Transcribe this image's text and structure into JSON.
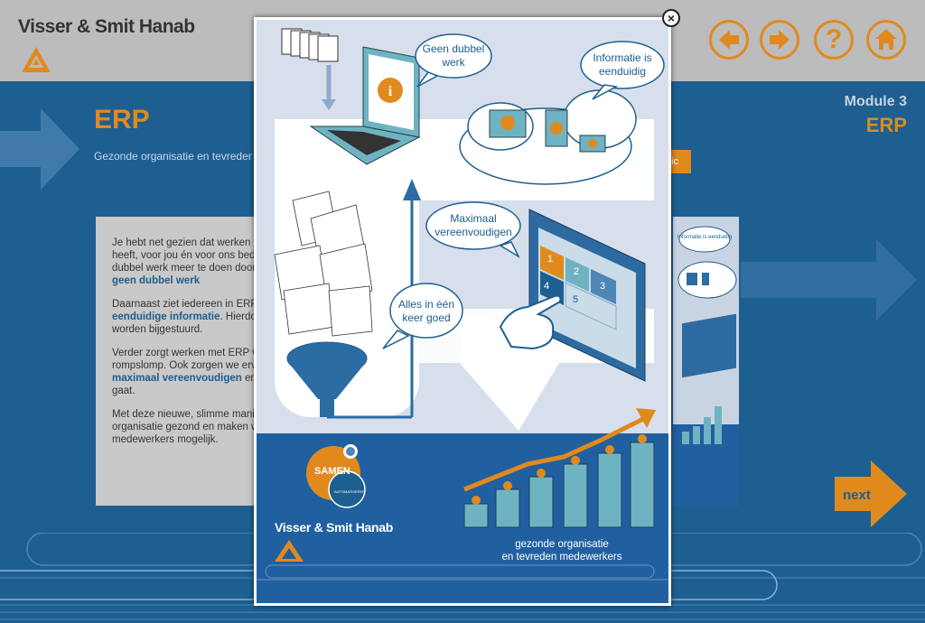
{
  "header": {
    "brand": "Visser & Smit Hanab",
    "nav": {
      "back_icon": "arrow-left-icon",
      "forward_icon": "arrow-right-icon",
      "help_label": "?",
      "home_icon": "home-icon"
    }
  },
  "page": {
    "title": "ERP",
    "subtitle": "Gezonde organisatie en tevreden medewerkers",
    "module_label": "Module 3",
    "module_name": "ERP",
    "tab_fragment": "nic"
  },
  "body_text": {
    "p1_a": "Je hebt net gezien dat werken met ERP veel voordelen heeft, voor jou én voor ons bedrijf. Zo hoeven we geen dubbel werk meer te doen door één systeem in te voeren; ",
    "p1_b": "geen dubbel werk",
    "p2_a": "Daarnaast ziet iedereen in ERP dezelfde informatie; ",
    "p2_b": "eenduidige informatie",
    "p2_c": ". Hierdoor kunnen processen beter worden bijgestuurd.",
    "p3_a": "Verder zorgt werken met ERP voor minder administratieve rompslomp. Ook zorgen we ervoor dat vastleggingen ",
    "p3_b": "maximaal vereenvoudigen",
    "p3_c": " en alles in één keer goed gaat.",
    "p4": "Met deze nieuwe, slimme manier van werken blijft onze organisatie gezond en maken we bovendien tevreden medewerkers mogelijk."
  },
  "next_label": "next",
  "modal": {
    "bubble_1": "Geen dubbel werk",
    "bubble_2": "Informatie is eenduidig",
    "bubble_3": "Maximaal vereenvoudigen",
    "bubble_4": "Alles in één keer goed",
    "mini_bubble": "Informatie is eenduidig",
    "grid_labels": [
      "1",
      "2",
      "3",
      "4",
      "5"
    ],
    "samen_label": "SAMEN",
    "samen_sub": "AUTOMATISEREN",
    "footer_brand": "Visser & Smit Hanab",
    "growth_line1": "gezonde organisatie",
    "growth_line2": "en tevreden medewerkers",
    "close_label": "×"
  },
  "colors": {
    "accent": "#e08a1e",
    "primary_blue": "#1e5f91",
    "panel_gray": "#c9c9c9"
  }
}
